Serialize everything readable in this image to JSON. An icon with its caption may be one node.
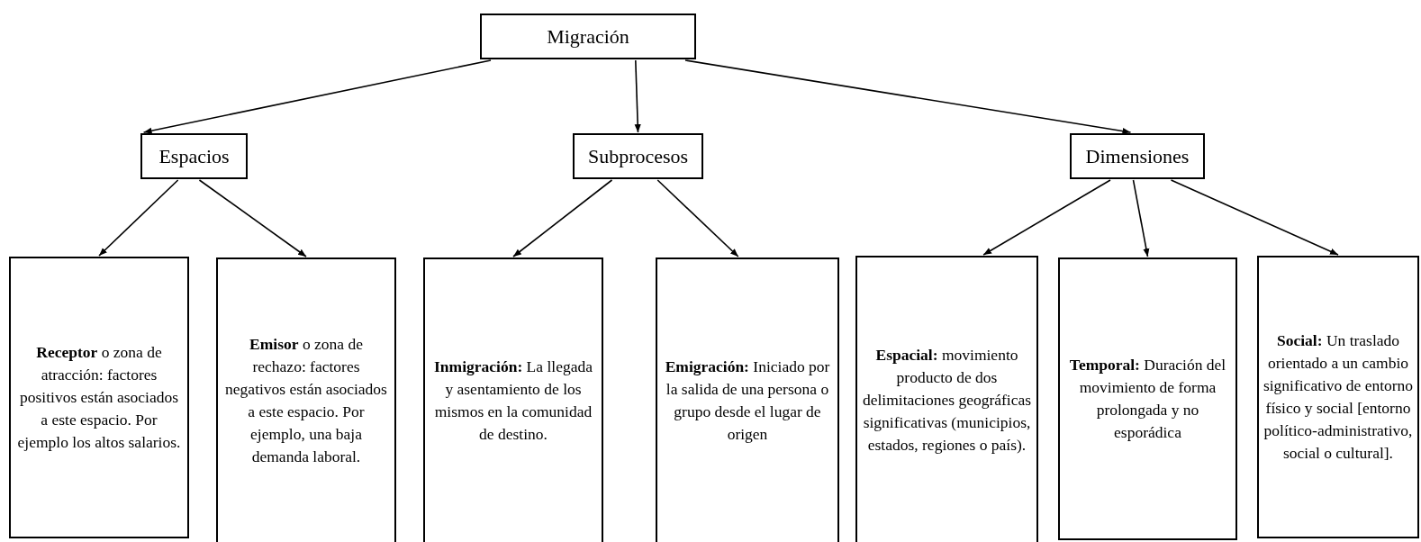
{
  "diagram": {
    "nodes": [
      {
        "text": [
          "Migración"
        ]
      },
      {
        "text": [
          "Espacios"
        ]
      },
      {
        "text": [
          "Subprocesos"
        ]
      },
      {
        "text": [
          "Dimensiones"
        ]
      },
      {
        "text": [
          "**Receptor** o zona de atracción: factores positivos están asociados a este espacio. Por ejemplo los altos salarios."
        ]
      },
      {
        "text": [
          "**Emisor** o zona de rechazo: factores negativos están asociados a este espacio. Por ejemplo, una baja demanda laboral."
        ]
      },
      {
        "text": [
          "**Inmigración:** La llegada y asentamiento de los mismos en la comunidad de destino."
        ]
      },
      {
        "text": [
          "**Emigración:** Iniciado por la salida de una persona o grupo desde el lugar de origen"
        ]
      },
      {
        "text": [
          "**Espacial:** movimiento producto de dos delimitaciones geográficas significativas (municipios, estados, regiones o país)."
        ]
      },
      {
        "text": [
          "**Temporal:** Duración del movimiento de forma prolongada y no esporádica"
        ]
      },
      {
        "text": [
          "**Social:** Un traslado orientado a un cambio significativo de entorno físico y social [entorno político-administrativo, social o cultural]."
        ]
      }
    ],
    "edges": [
      {
        "from": 0,
        "to": 1,
        "arrow": "to"
      },
      {
        "from": 0,
        "to": 2,
        "arrow": "to"
      },
      {
        "from": 0,
        "to": 3,
        "arrow": "to"
      },
      {
        "from": 1,
        "to": 4,
        "arrow": "to"
      },
      {
        "from": 1,
        "to": 5,
        "arrow": "to"
      },
      {
        "from": 2,
        "to": 6,
        "arrow": "to"
      },
      {
        "from": 2,
        "to": 7,
        "arrow": "to"
      },
      {
        "from": 3,
        "to": 8,
        "arrow": "to"
      },
      {
        "from": 3,
        "to": 9,
        "arrow": "to"
      },
      {
        "from": 3,
        "to": 10,
        "arrow": "to"
      }
    ]
  }
}
